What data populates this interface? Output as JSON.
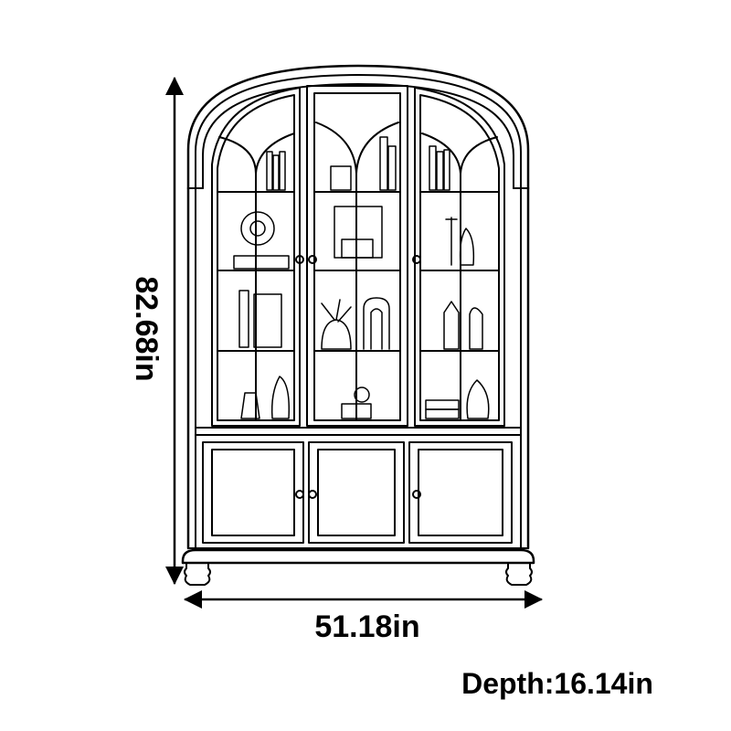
{
  "dimensions": {
    "height": "82.68in",
    "width": "51.18in",
    "depth": "Depth:16.14in"
  },
  "colors": {
    "line": "#000000",
    "background": "#ffffff"
  }
}
